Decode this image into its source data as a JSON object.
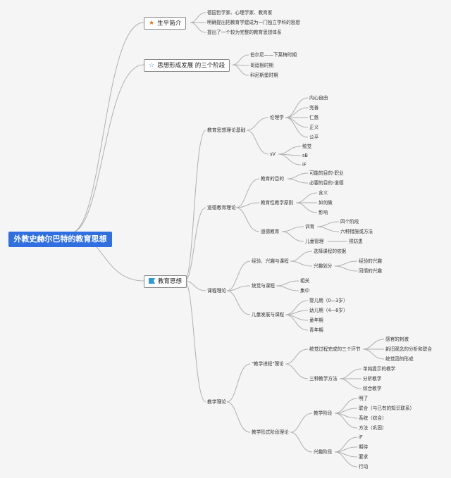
{
  "root": "外教史赫尔巴特的教育思想",
  "main_topics": {
    "life": {
      "label": "生平简介",
      "icon": "star-solid-icon"
    },
    "stages": {
      "label": "思想形成发展 的三个阶段",
      "icon": "star-outline-icon"
    },
    "thought": {
      "label": "教育思想",
      "icon": "flag-icon"
    }
  },
  "life_items": [
    "德国哲学家、心理学家、教育家",
    "明确提出把教育学建成为一门独立学科的思想",
    "提出了一个较为完整的教育思想体系"
  ],
  "stage_items": [
    "伯尔尼——下莱梅时期",
    "哥廷根时期",
    "科尼斯堡时期"
  ],
  "thought": {
    "basis": {
      "label": "教育思想理论基础",
      "ethics": {
        "label": "伦理学",
        "items": [
          "内心自由",
          "完善",
          "仁慈",
          "正义",
          "公平"
        ]
      },
      "psych": {
        "label": "sV",
        "items": [
          "统觉",
          "sB",
          "iF"
        ]
      }
    },
    "moral": {
      "label": "道德教育理论",
      "aims": {
        "label": "教育的目的",
        "items": [
          "可能的目的-职业",
          "必要的目的-道德"
        ]
      },
      "principle": {
        "label": "教育性教学原则",
        "items": [
          "含义",
          "如何做",
          "影响"
        ]
      },
      "method": {
        "label": "道德教育",
        "training": {
          "label": "训育",
          "items": [
            "四个阶段",
            "六种措施或方法"
          ]
        },
        "mgmt": {
          "label": "儿童管理",
          "item": "预防患"
        }
      }
    },
    "curriculum": {
      "label": "课程理论",
      "interest": {
        "label": "经验、兴趣与课程",
        "basis": "选择课程的依据",
        "division": {
          "label": "兴趣划分",
          "items": [
            "经验的兴趣",
            "同情的兴趣"
          ]
        }
      },
      "apperception": {
        "label": "统觉与课程",
        "items": [
          "相关",
          "集中"
        ]
      },
      "development": {
        "label": "儿童发展与课程",
        "items": [
          "婴儿期（0—3岁）",
          "幼儿期（4—8岁）",
          "童年期",
          "青年期"
        ]
      }
    },
    "teaching": {
      "label": "教学理论",
      "process": {
        "label": "\"教学进程\"理论",
        "links": {
          "label": "统觉过程完成的三个环节",
          "items": [
            "感官的刺激",
            "新旧观念的分析和联合",
            "统觉团的形成"
          ]
        },
        "methods": {
          "label": "三种教学方法",
          "items": [
            "单纯提示的教学",
            "分析教学",
            "综合教学"
          ]
        }
      },
      "stages": {
        "label": "教学形式阶段理论",
        "steps": {
          "label": "教学阶段",
          "items": [
            "明了",
            "联合（与已有的知识联系）",
            "系统（综合）",
            "方法（巩固）"
          ]
        },
        "interest": {
          "label": "兴趣阶段",
          "items": [
            "iF",
            "期待",
            "要求",
            "行动"
          ]
        }
      }
    }
  },
  "colors": {
    "root_bg": "#2f6fe0",
    "line": "#b0b0b0",
    "star_solid": "#e8731e",
    "star_outline": "#4aa3c8",
    "flag": "#2f9bd1"
  }
}
